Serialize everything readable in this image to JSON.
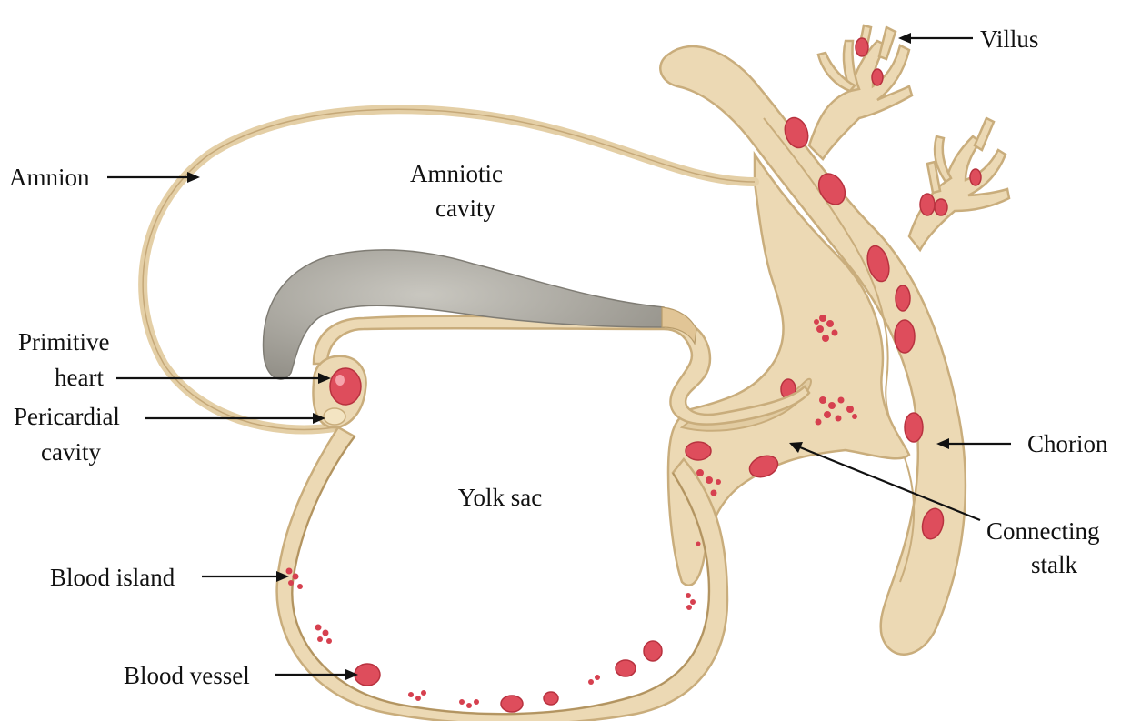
{
  "diagram": {
    "regions": {
      "amniotic_cavity": [
        "Amniotic",
        "cavity"
      ],
      "yolk_sac": "Yolk sac"
    },
    "callouts": {
      "villus": "Villus",
      "amnion": "Amnion",
      "primitive_heart": [
        "Primitive",
        "heart"
      ],
      "pericardial_cavity": [
        "Pericardial",
        "cavity"
      ],
      "chorion": "Chorion",
      "connecting_stalk": [
        "Connecting",
        "stalk"
      ],
      "blood_island": "Blood island",
      "blood_vessel": "Blood vessel"
    },
    "colors": {
      "tissue": "#ecd9b4",
      "tissue_outline": "#c9ad7c",
      "embryo": "#a7a49c",
      "blood": "#de4d5c",
      "label_text": "#111111"
    }
  }
}
